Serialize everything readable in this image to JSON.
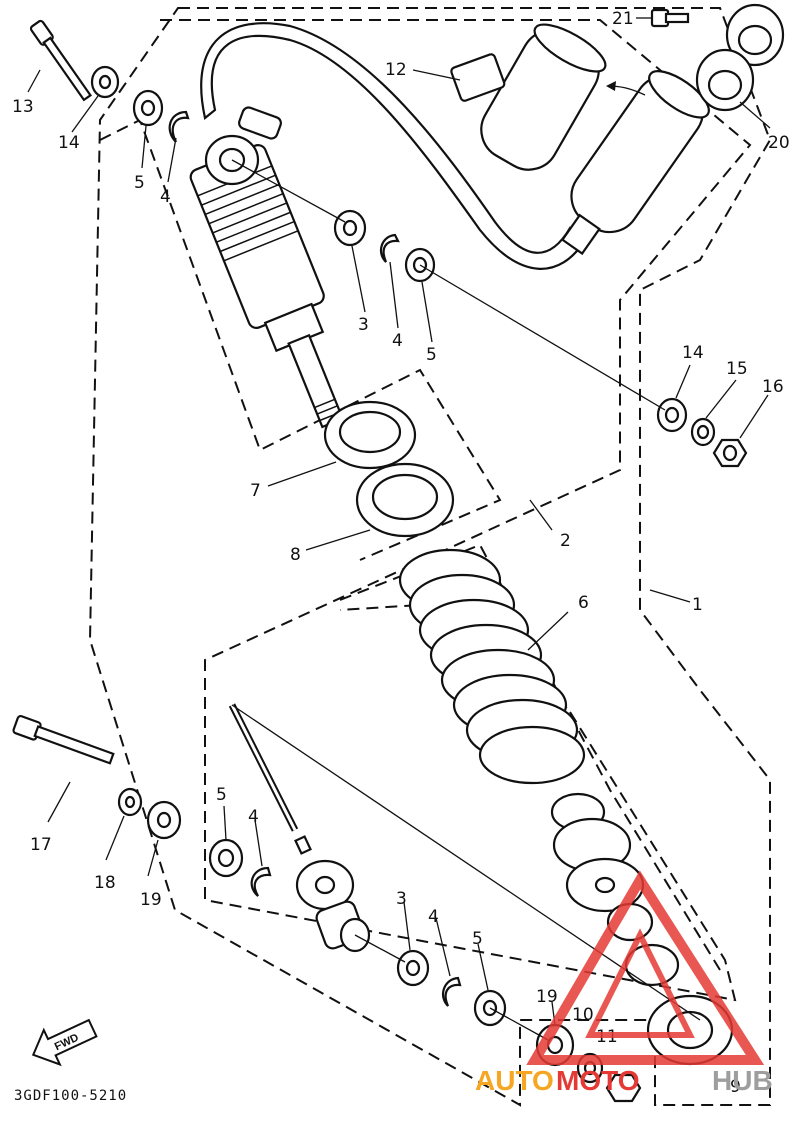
{
  "diagram": {
    "code": "3GDF100-5210",
    "fwd_label": "FWD",
    "watermark": {
      "left": "AUTO",
      "middle": "MOTO",
      "right": "HUB",
      "accent": "#e53935",
      "orange": "#f5a623",
      "gray": "#9e9e9e"
    },
    "callouts": [
      "1",
      "2",
      "3",
      "3",
      "4",
      "4",
      "4",
      "4",
      "5",
      "5",
      "5",
      "5",
      "6",
      "7",
      "8",
      "9",
      "10",
      "11",
      "12",
      "13",
      "14",
      "14",
      "15",
      "16",
      "17",
      "18",
      "19",
      "19",
      "20",
      "21"
    ]
  }
}
